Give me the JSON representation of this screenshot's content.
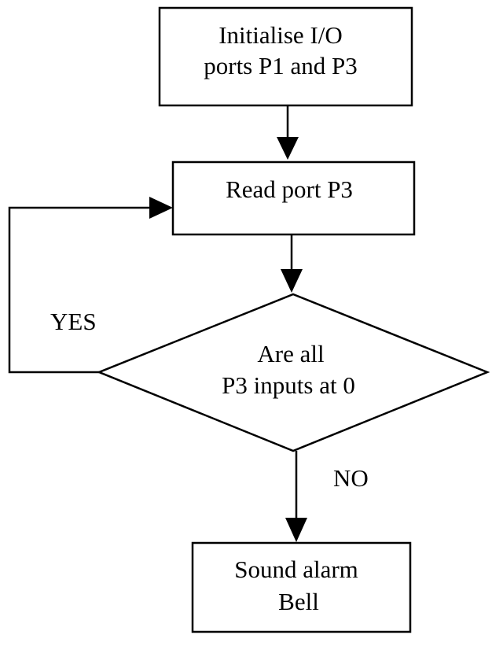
{
  "diagram": {
    "nodes": {
      "init": {
        "line1": "Initialise I/O",
        "line2": "ports P1 and P3"
      },
      "read": {
        "line1": "Read port P3"
      },
      "decision": {
        "line1": "Are all",
        "line2": "P3 inputs at 0"
      },
      "alarm": {
        "line1": "Sound alarm",
        "line2": "Bell"
      }
    },
    "edge_labels": {
      "yes": "YES",
      "no": "NO"
    }
  }
}
